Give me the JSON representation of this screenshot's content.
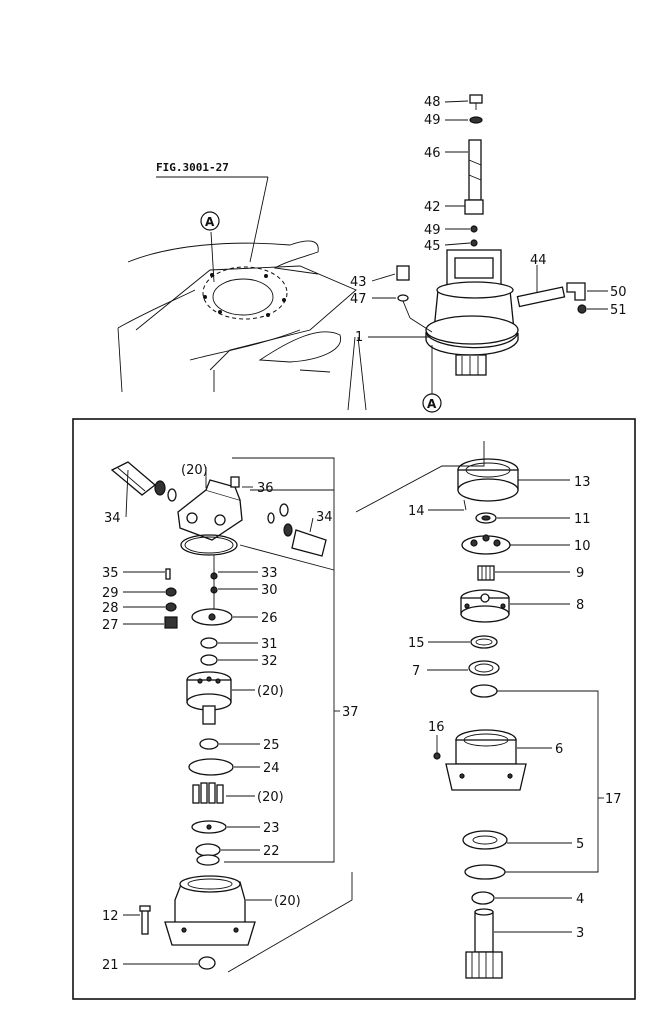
{
  "figure_ref": "FIG.3001-27",
  "marker": "A",
  "labels": {
    "l48": "48",
    "l49a": "49",
    "l46": "46",
    "l42": "42",
    "l49b": "49",
    "l45": "45",
    "l43": "43",
    "l47": "47",
    "l44": "44",
    "l50": "50",
    "l51": "51",
    "l1": "1",
    "l34a": "34",
    "l20a": "(20)",
    "l36": "36",
    "l34b": "34",
    "l35": "35",
    "l33": "33",
    "l29": "29",
    "l30": "30",
    "l28": "28",
    "l26": "26",
    "l27": "27",
    "l31": "31",
    "l32": "32",
    "l20b": "(20)",
    "l37": "37",
    "l25": "25",
    "l24": "24",
    "l20c": "(20)",
    "l23": "23",
    "l22": "22",
    "l20d": "(20)",
    "l12": "12",
    "l21": "21",
    "l13": "13",
    "l14": "14",
    "l11": "11",
    "l10": "10",
    "l9": "9",
    "l8": "8",
    "l15": "15",
    "l7": "7",
    "l16": "16",
    "l6": "6",
    "l17": "17",
    "l5": "5",
    "l4": "4",
    "l3": "3"
  }
}
